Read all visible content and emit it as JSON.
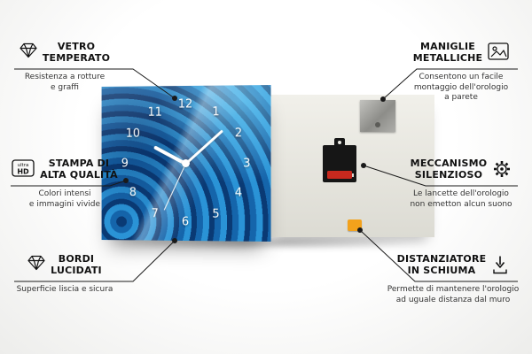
{
  "features": {
    "left": [
      {
        "id": "vetro-temperato",
        "title": "VETRO\nTEMPERATO",
        "description": "Resistenza a rotture\ne graffi",
        "icon": "gem-icon"
      },
      {
        "id": "stampa-alta-qualita",
        "title": "STAMPA DI\nALTA QUALITÀ",
        "description": "Colori intensi\ne immagini vivide",
        "icon": "ultra-hd-icon",
        "icon_text_top": "ultra",
        "icon_text_bottom": "HD"
      },
      {
        "id": "bordi-lucidati",
        "title": "BORDI\nLUCIDATI",
        "description": "Superficie liscia e sicura",
        "icon": "gem-icon"
      }
    ],
    "right": [
      {
        "id": "maniglie-metalliche",
        "title": "MANIGLIE\nMETALLICHE",
        "description": "Consentono un facile\nmontaggio dell'orologio\na parete",
        "icon": "picture-frame-icon"
      },
      {
        "id": "meccanismo-silenzioso",
        "title": "MECCANISMO\nSILENZIOSO",
        "description": "Le lancette dell'orologio\nnon emetton alcun suono",
        "icon": "gear-icon"
      },
      {
        "id": "distanziatore-schiuma",
        "title": "DISTANZIATORE\nIN SCHIUMA",
        "description": "Permette di mantenere l'orologio\nad uguale distanza dal muro",
        "icon": "down-arrow-icon"
      }
    ]
  },
  "product": {
    "clock_numbers": [
      "12",
      "1",
      "2",
      "3",
      "4",
      "5",
      "6",
      "7",
      "8",
      "9",
      "10",
      "11"
    ]
  },
  "colors": {
    "clock-blue": "#1565ab",
    "clock-blue-dark": "#0a3a74",
    "clock-blue-light": "#2a93d6",
    "battery-red": "#c8291e",
    "foam-orange": "#f3a21c",
    "line-color": "#1a1a1a"
  }
}
